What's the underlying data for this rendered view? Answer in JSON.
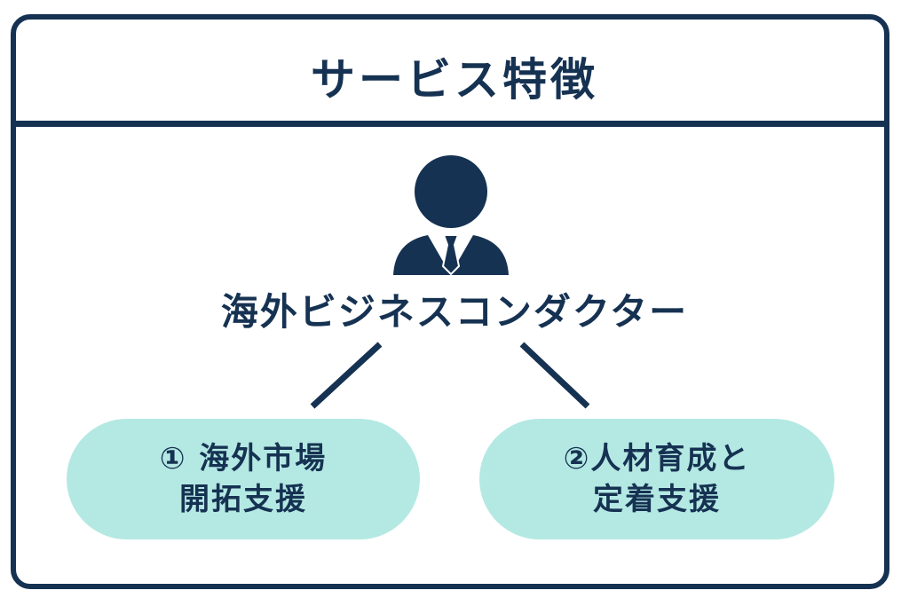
{
  "title": "サービス特徴",
  "role": "海外ビジネスコンダクター",
  "icon": "businessperson-icon",
  "colors": {
    "navy": "#163252",
    "teal": "#b4e9e3"
  },
  "services": [
    {
      "line1": "① 海外市場",
      "line2": "開拓支援"
    },
    {
      "line1": "②人材育成と",
      "line2": "定着支援"
    }
  ]
}
